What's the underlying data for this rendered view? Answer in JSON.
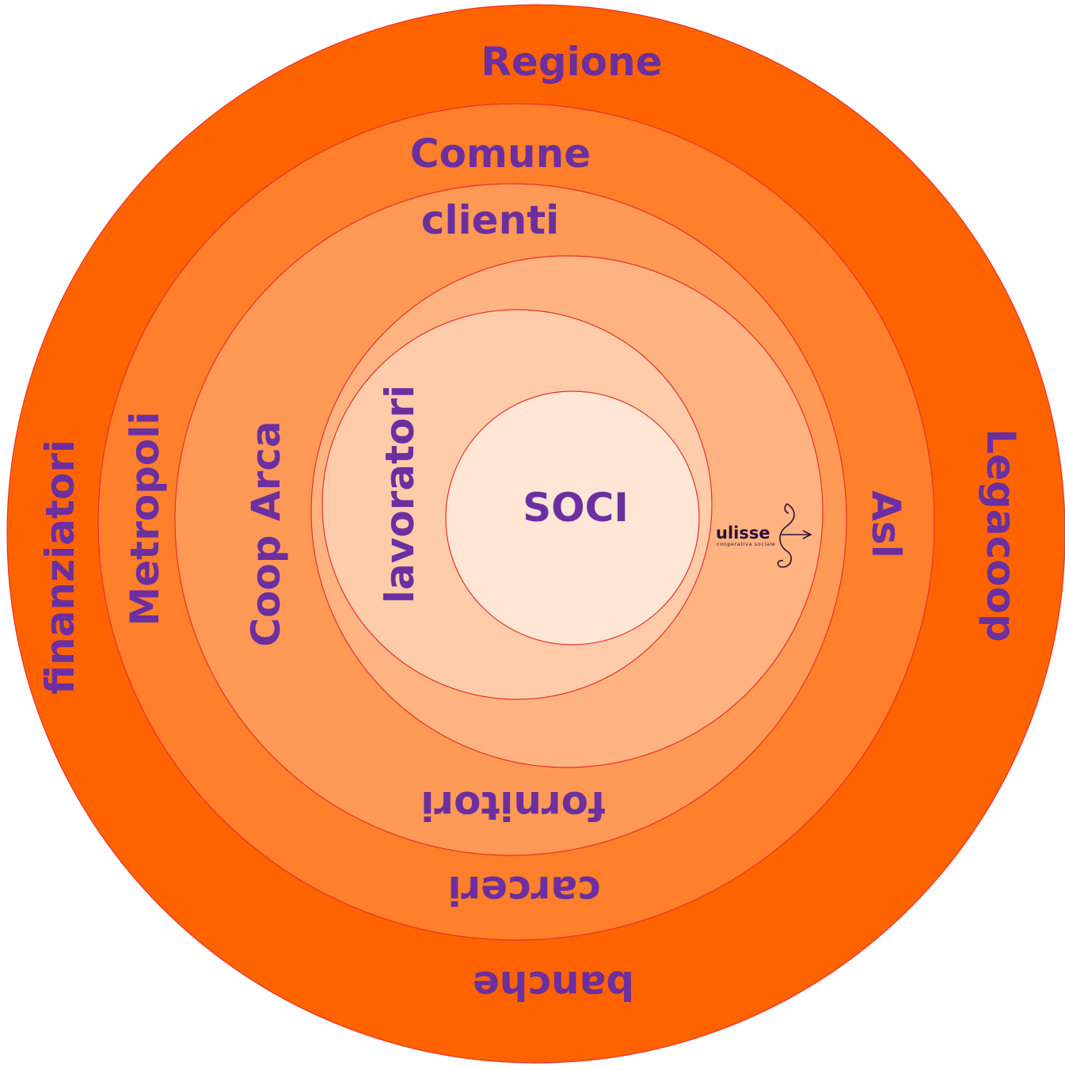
{
  "colors": {
    "ring_outer": "#ff6300",
    "ring_2": "#ff7f2a",
    "ring_3": "#ff9955",
    "ring_4": "#ffb380",
    "ring_5": "#ffccaa",
    "core": "#ffe6d5",
    "stroke": "#e8312a",
    "label": "#6b2fa0",
    "logo": "#2b0f3c"
  },
  "rings": {
    "regione": "Regione",
    "comune": "Comune",
    "clienti": "clienti",
    "finanziatori": "finanziatori",
    "metropoli": "Metropoli",
    "coop_arca": "Coop Arca",
    "lavoratori": "lavoratori",
    "soci": "SOCI",
    "asl": "Asl",
    "legacoop": "Legacoop",
    "fornitori": "fornitori",
    "carceri": "carceri",
    "banche": "banche"
  },
  "logo": {
    "name": "ulisse",
    "subtitle": "cooperativa sociale"
  }
}
